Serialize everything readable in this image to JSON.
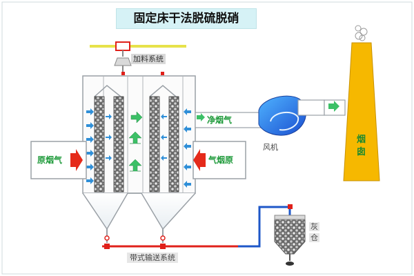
{
  "title": "固定床干法脱硫脱硝",
  "labels": {
    "feed": "加料系统",
    "flue_in_left": "原烟气",
    "flue_in_right": "气烟原",
    "clean_gas": "净烟气",
    "fan": "风机",
    "chimney_1": "烟",
    "chimney_2": "囱",
    "ash_1": "灰",
    "ash_2": "仓",
    "conveyor": "带式输送系统"
  },
  "colors": {
    "frame": "#9aa0a6",
    "bed": "#5a5a5a",
    "arrow_blue": "#2f8fd8",
    "arrow_green": "#3cc067",
    "arrow_red": "#e52a1a",
    "pipe_red": "#e0201a",
    "pipe_blue": "#1e57c8",
    "chimney": "#f6b800",
    "fan": "#1f6fe0"
  }
}
